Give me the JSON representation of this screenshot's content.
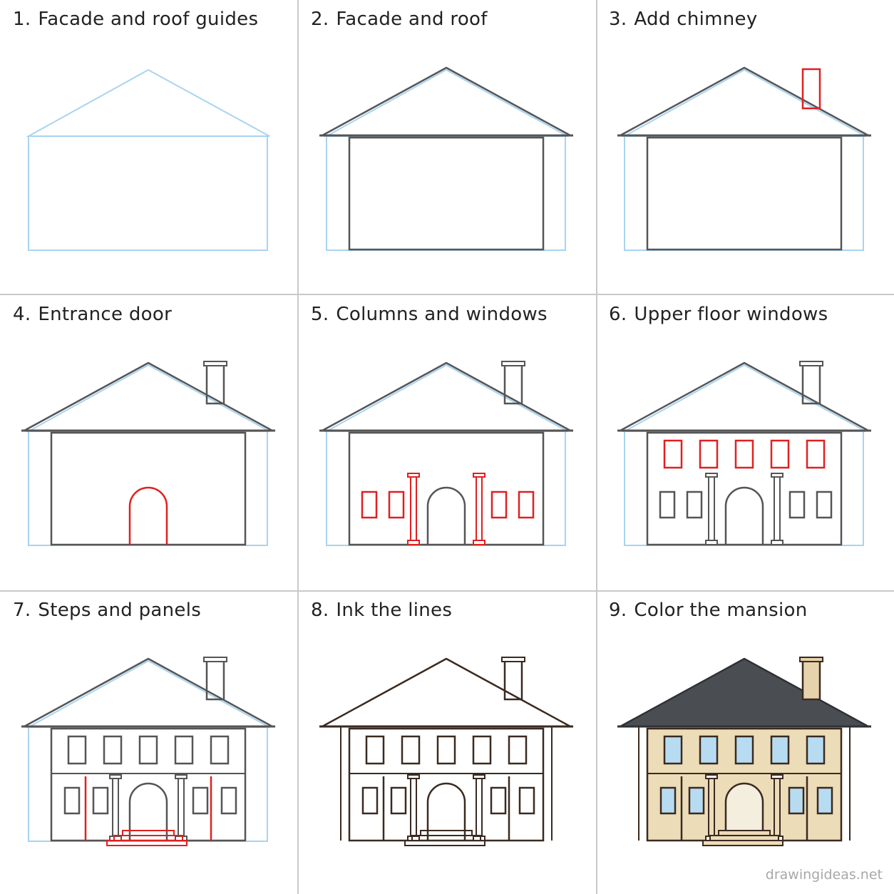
{
  "steps": [
    {
      "number": "1.",
      "title": "Facade and roof guides"
    },
    {
      "number": "2.",
      "title": "Facade and roof"
    },
    {
      "number": "3.",
      "title": "Add chimney"
    },
    {
      "number": "4.",
      "title": "Entrance door"
    },
    {
      "number": "5.",
      "title": "Columns and windows"
    },
    {
      "number": "6.",
      "title": "Upper floor windows"
    },
    {
      "number": "7.",
      "title": "Steps and panels"
    },
    {
      "number": "8.",
      "title": "Ink the lines"
    },
    {
      "number": "9.",
      "title": "Color the mansion"
    }
  ],
  "watermark": "drawingideas.net",
  "colors": {
    "guide": "#a8d4f0",
    "pencil": "#555555",
    "new_element": "#e02020",
    "ink": "#3a2a20",
    "roof_fill": "#4a4e52",
    "wall_fill": "#eddcb8",
    "chimney_fill": "#e6d2ab",
    "window_fill": "#b7dcf2",
    "door_fill": "#f4eedf",
    "divider": "#c9c9c9"
  }
}
